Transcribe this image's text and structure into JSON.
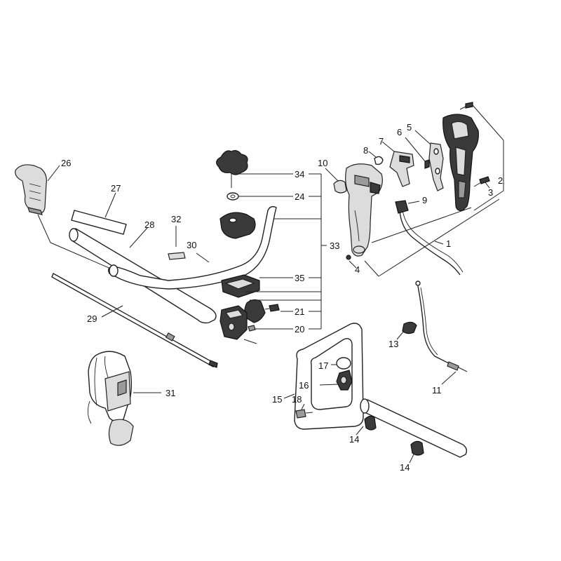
{
  "labels": {
    "p1": "1",
    "p2": "2",
    "p3": "3",
    "p4": "4",
    "p5": "5",
    "p6": "6",
    "p7": "7",
    "p8": "8",
    "p9": "9",
    "p10": "10",
    "p11": "11",
    "p13": "13",
    "p14a": "14",
    "p14b": "14",
    "p15": "15",
    "p16": "16",
    "p17": "17",
    "p18": "18",
    "p20": "20",
    "p21": "21",
    "p24": "24",
    "p26": "26",
    "p27": "27",
    "p28": "28",
    "p29": "29",
    "p30": "30",
    "p31": "31",
    "p32": "32",
    "p33": "33",
    "p34": "34",
    "p35": "35"
  }
}
